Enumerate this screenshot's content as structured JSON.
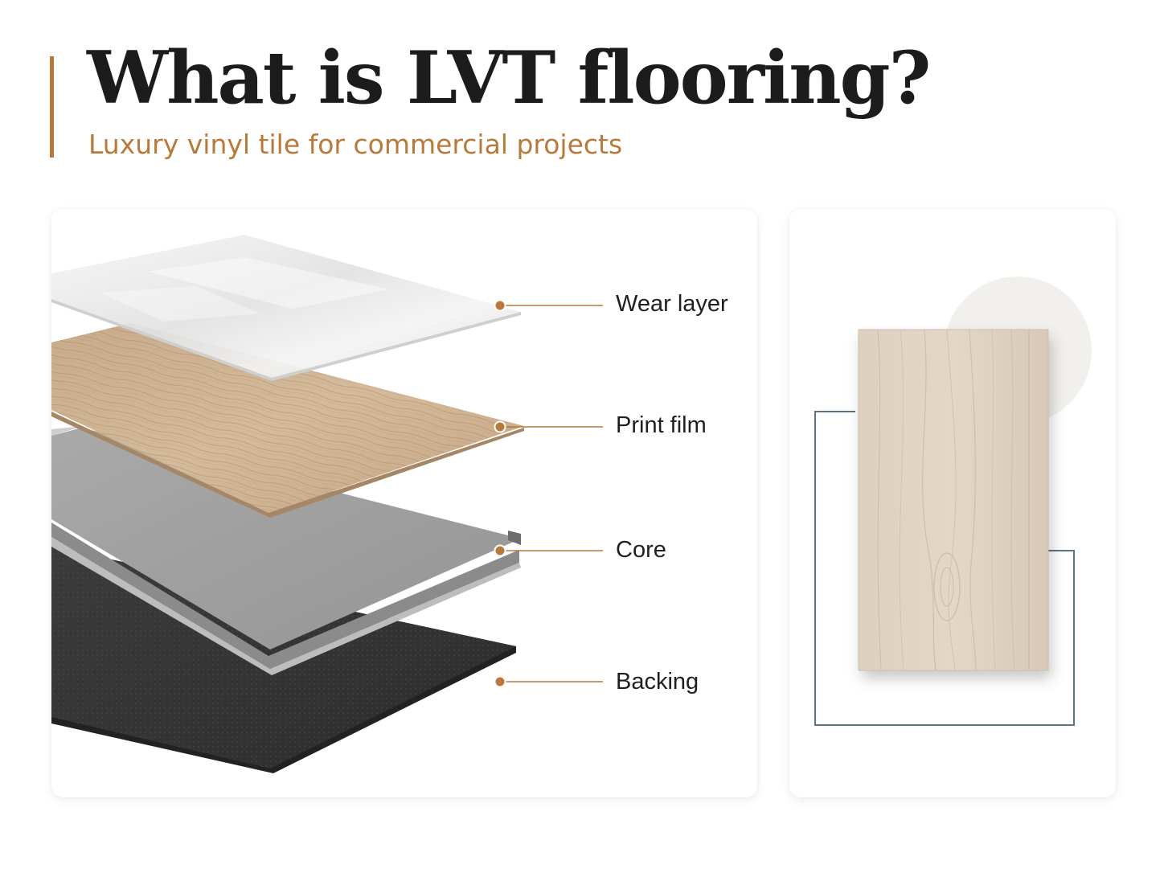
{
  "header": {
    "title": "What is LVT flooring?",
    "subtitle": "Luxury vinyl tile for commercial projects"
  },
  "layers": [
    {
      "label": "Wear layer"
    },
    {
      "label": "Print film"
    },
    {
      "label": "Core"
    },
    {
      "label": "Backing"
    }
  ],
  "colors": {
    "accent": "#b8793a",
    "title": "#1c1c1c",
    "frame": "#5a7488"
  }
}
